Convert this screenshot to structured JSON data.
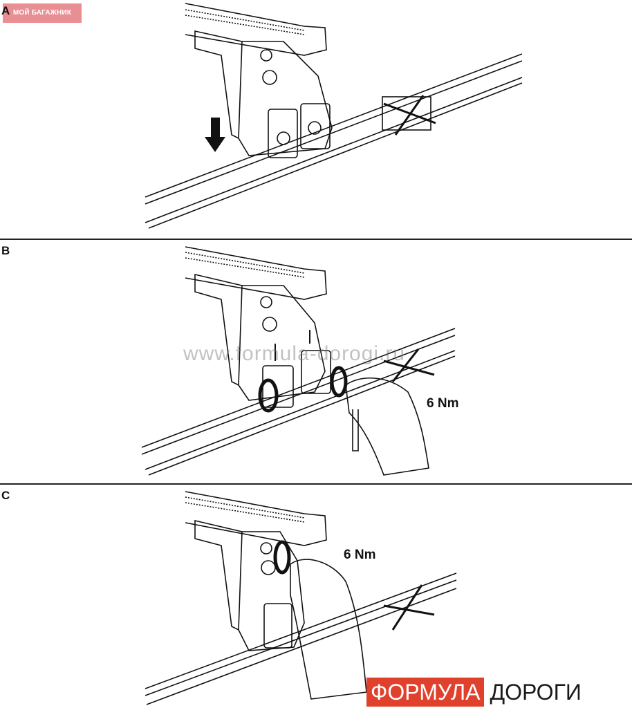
{
  "badge": "МОЙ БАГАЖНИК",
  "panels": [
    {
      "label": "A"
    },
    {
      "label": "B",
      "torque": "6 Nm"
    },
    {
      "label": "C",
      "torque": "6 Nm"
    }
  ],
  "watermark": "www.formula-dorogi.ru",
  "logo": {
    "red_part": "ФОРМУЛА",
    "white_part": "ДОРОГИ",
    "red_color": "#e0412c"
  }
}
